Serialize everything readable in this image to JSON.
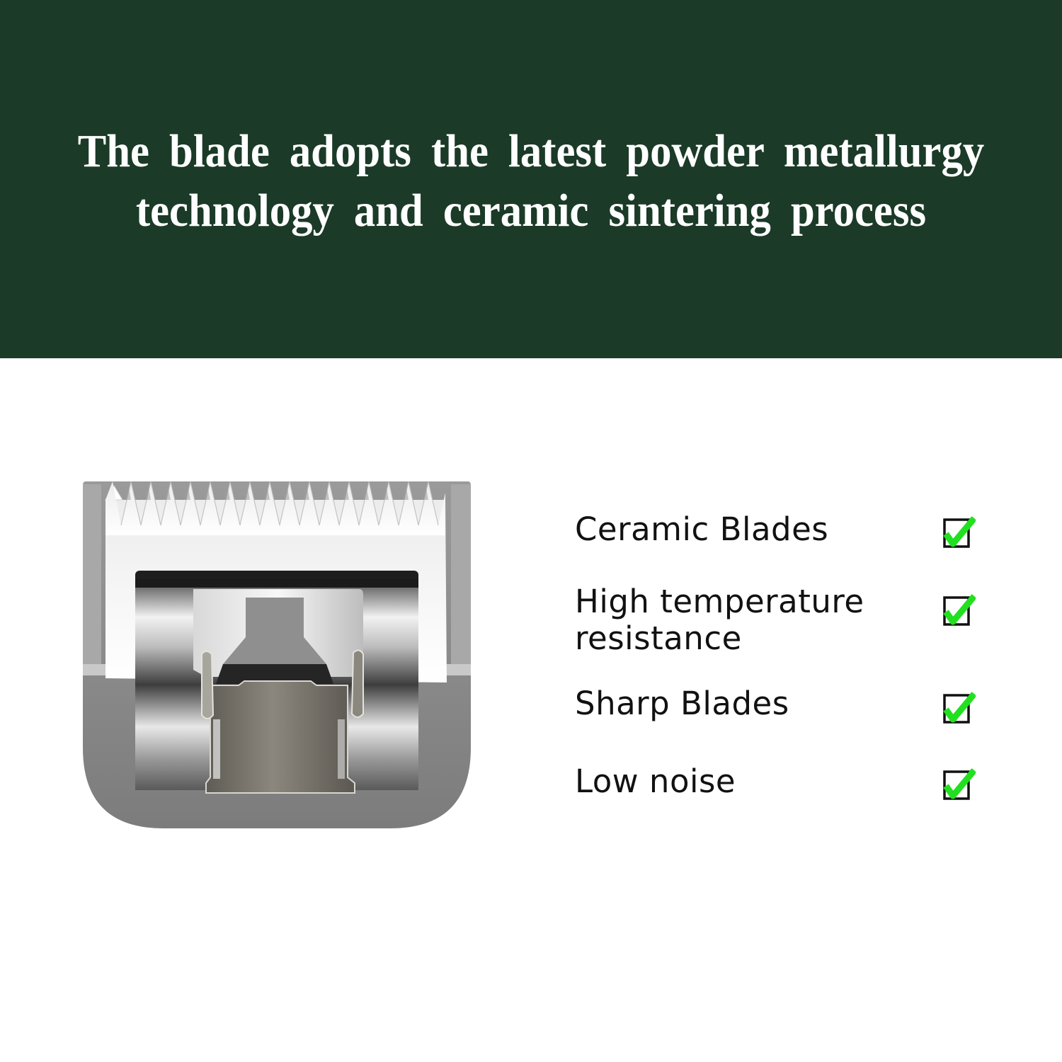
{
  "banner": {
    "background_color": "#1b3a28",
    "headline_line1": "The blade adopts the latest powder metallurgy",
    "headline_line2": "technology and ceramic sintering process",
    "text_color": "#ffffff"
  },
  "product": {
    "image_label": "ceramic-clipper-blade",
    "description": "Detachable pet clipper blade with white ceramic cutting teeth and stainless steel base",
    "teeth_count": 17
  },
  "features": {
    "items": [
      {
        "label": "Ceramic Blades",
        "checked": true,
        "icon": "checkmark-box-icon"
      },
      {
        "label": "High temperature resistance",
        "checked": true,
        "icon": "checkmark-box-icon"
      },
      {
        "label": "Sharp Blades",
        "checked": true,
        "icon": "checkmark-box-icon"
      },
      {
        "label": "Low noise",
        "checked": true,
        "icon": "checkmark-box-icon"
      }
    ],
    "check_color": "#22e01f",
    "box_color": "#111111"
  }
}
